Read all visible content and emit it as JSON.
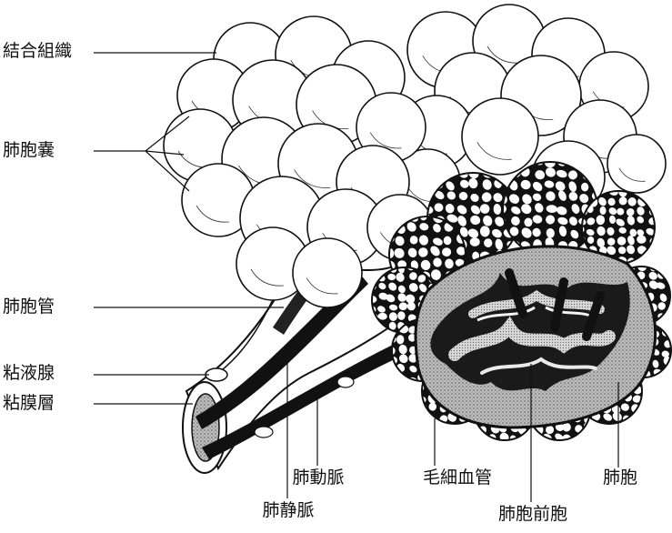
{
  "labels": {
    "connective_tissue": "結合組織",
    "alveolar_sac": "肺胞嚢",
    "alveolar_duct": "肺胞管",
    "mucous_gland": "粘液腺",
    "mucosa": "粘膜層",
    "pulmonary_artery": "肺動脈",
    "capillaries": "毛細血管",
    "alveolus": "肺胞",
    "pulmonary_vein": "肺静脈",
    "atrium": "肺胞前胞"
  }
}
